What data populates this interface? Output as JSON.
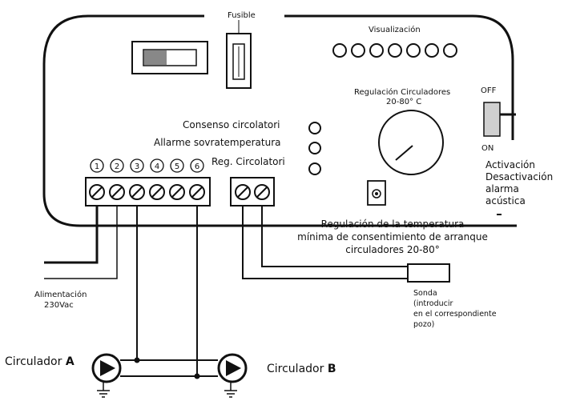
{
  "labels": {
    "fusible": "Fusible",
    "visualizacion": "Visualización",
    "regulacion_circ_1": "Regulación Circuladores",
    "regulacion_circ_2": "20-80° C",
    "off": "OFF",
    "on": "ON",
    "activacion": [
      "Activación",
      "Desactivación",
      "alarma",
      "acústica"
    ],
    "consenso": "Consenso circolatori",
    "allarme": "Allarme sovratemperatura",
    "reg_circolatori": "Reg. Circolatori",
    "terminals": [
      "1",
      "2",
      "3",
      "4",
      "5",
      "6"
    ],
    "regulacion_temp": [
      "Regulación de la temperatura",
      "mínima de consentimiento de arranque",
      "circuladores 20-80°"
    ],
    "alimentacion": [
      "Alimentación",
      "230Vac"
    ],
    "sonda": [
      "Sonda",
      "(introducir",
      "en el correspondiente",
      "pozo)"
    ],
    "circulador_a": "Circulador",
    "circulador_a_letter": "A",
    "circulador_b": "Circulador",
    "circulador_b_letter": "B"
  }
}
